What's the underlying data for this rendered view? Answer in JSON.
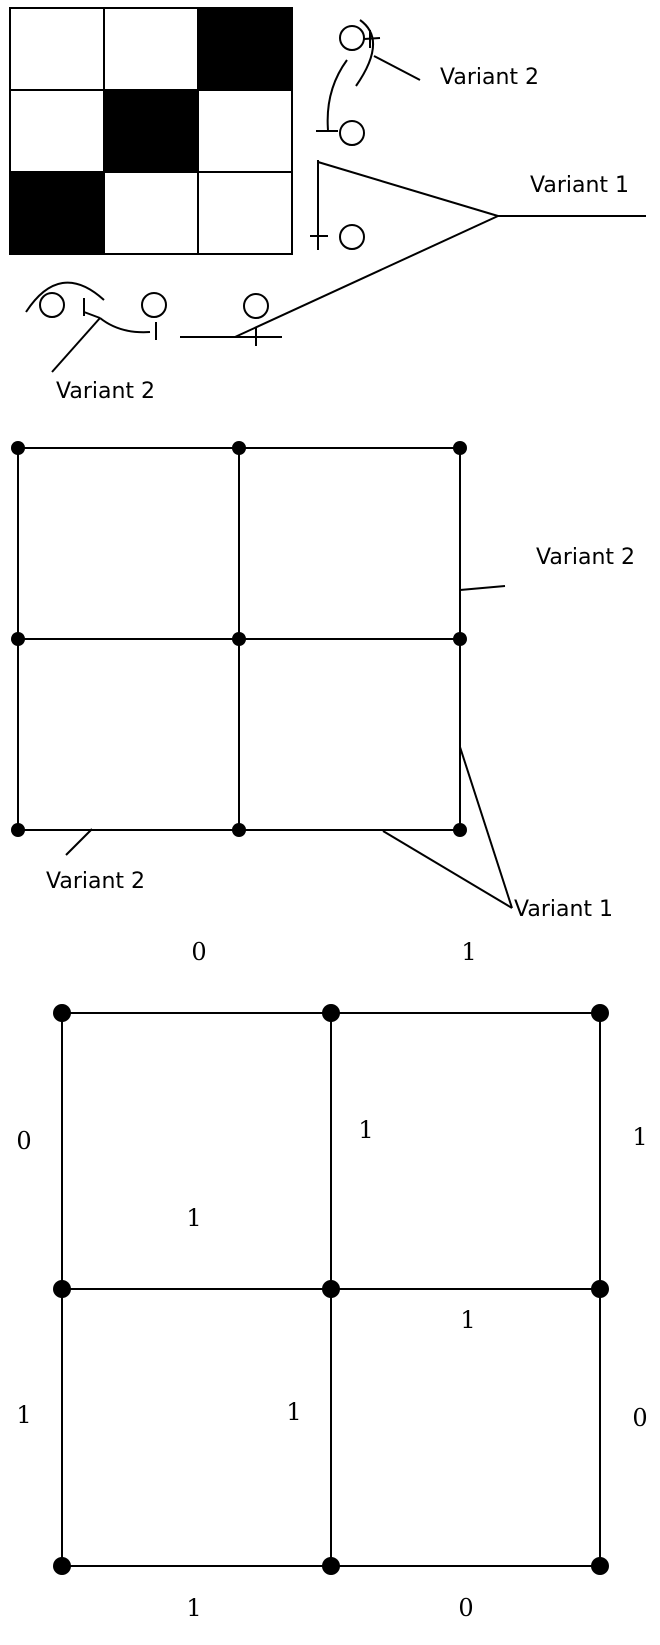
{
  "panel1": {
    "grid": [
      [
        0,
        0,
        1
      ],
      [
        0,
        1,
        0
      ],
      [
        1,
        0,
        0
      ]
    ],
    "label_top_right": "Variant 2",
    "label_right": "Variant 1",
    "label_bottom_left": "Variant 2"
  },
  "panel2": {
    "label_right": "Variant 2",
    "label_bottom_left": "Variant 2",
    "label_bottom_right": "Variant 1"
  },
  "panel3": {
    "top_left": "0",
    "top_right": "1",
    "left_upper": "0",
    "middle_upper": "1",
    "right_upper": "1",
    "center_upper_cell": "1",
    "middle_horizontal_right": "1",
    "left_lower": "1",
    "middle_lower": "1",
    "right_lower": "0",
    "bottom_left": "1",
    "bottom_right": "0"
  }
}
